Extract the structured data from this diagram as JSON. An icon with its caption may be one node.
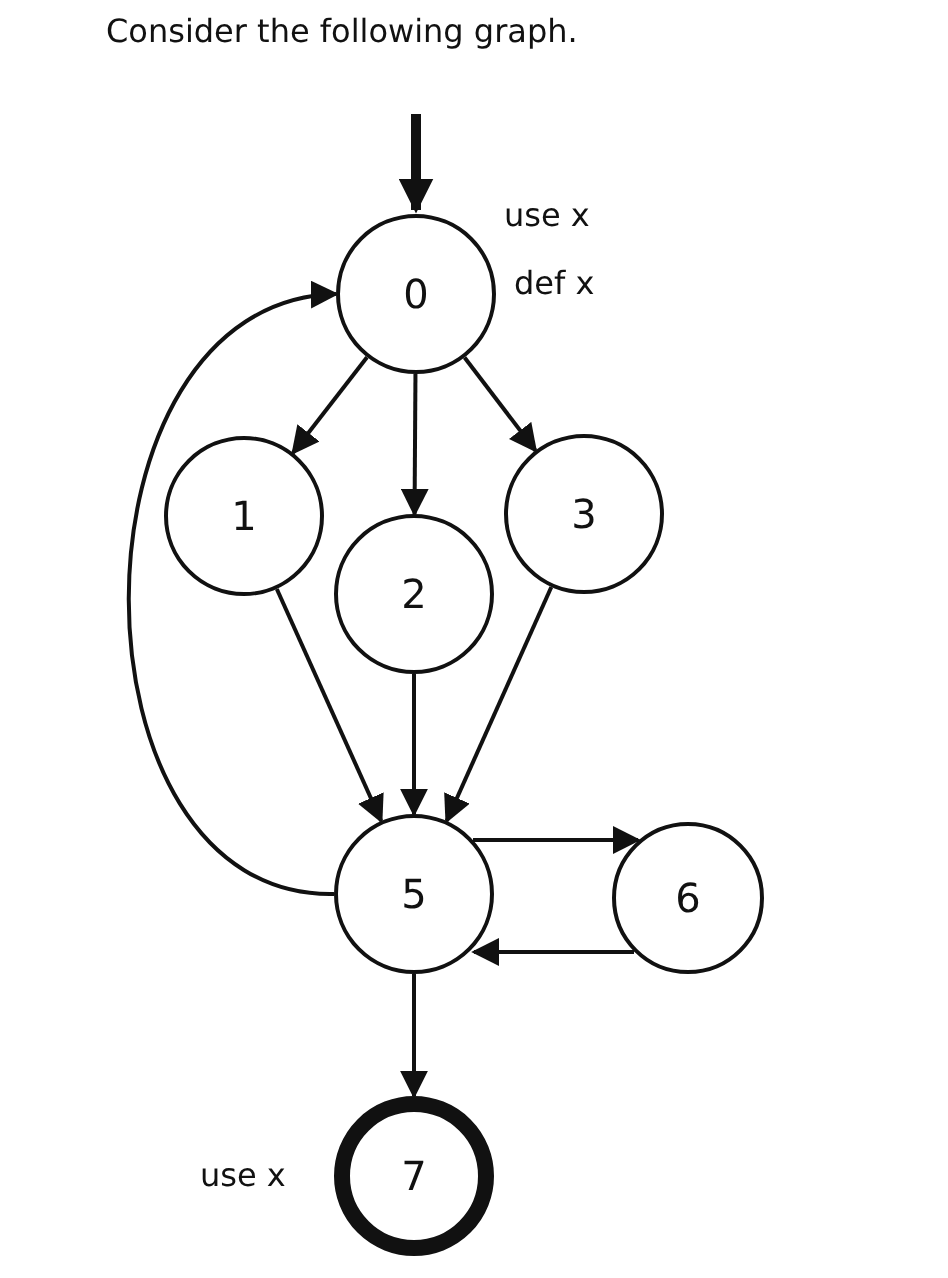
{
  "diagram": {
    "title": "Consider the following graph.",
    "nodes": [
      {
        "text": [
          "0"
        ],
        "beside": [
          "use x",
          "def x"
        ]
      },
      {
        "text": [
          "1"
        ]
      },
      {
        "text": [
          "2"
        ]
      },
      {
        "text": [
          "3"
        ]
      },
      {
        "text": [
          "5"
        ]
      },
      {
        "text": [
          "6"
        ]
      },
      {
        "text": [
          "7"
        ],
        "beside": [
          "use x"
        ]
      }
    ],
    "edges": [
      {
        "from": null,
        "to": 0,
        "arrow": "to",
        "style": "thick"
      },
      {
        "from": 0,
        "to": 1,
        "arrow": "to"
      },
      {
        "from": 0,
        "to": 2,
        "arrow": "to"
      },
      {
        "from": 0,
        "to": 3,
        "arrow": "to"
      },
      {
        "from": 1,
        "to": 4,
        "arrow": "to"
      },
      {
        "from": 2,
        "to": 4,
        "arrow": "to"
      },
      {
        "from": 3,
        "to": 4,
        "arrow": "to"
      },
      {
        "from": 4,
        "to": 5,
        "arrow": "to"
      },
      {
        "from": 5,
        "to": 4,
        "arrow": "to"
      },
      {
        "from": 4,
        "to": 0,
        "arrow": "to"
      },
      {
        "from": 4,
        "to": 6,
        "arrow": "to"
      }
    ]
  }
}
